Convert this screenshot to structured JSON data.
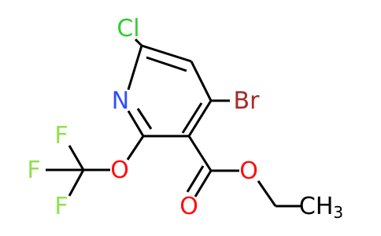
{
  "molecule": {
    "atoms": [
      {
        "id": "cl",
        "label": "Cl",
        "color": "#33cc33"
      },
      {
        "id": "n",
        "label": "N",
        "color": "#3050f8"
      },
      {
        "id": "br",
        "label": "Br",
        "color": "#a62929"
      },
      {
        "id": "o_ether",
        "label": "O",
        "color": "#ff0d0d"
      },
      {
        "id": "f1",
        "label": "F",
        "color": "#90e050"
      },
      {
        "id": "f2",
        "label": "F",
        "color": "#90e050"
      },
      {
        "id": "f3",
        "label": "F",
        "color": "#90e050"
      },
      {
        "id": "o_carbonyl",
        "label": "O",
        "color": "#ff0d0d"
      },
      {
        "id": "o_ester",
        "label": "O",
        "color": "#ff0d0d"
      },
      {
        "id": "ch3",
        "label": "CH",
        "subscript": "3",
        "color": "#000000"
      }
    ],
    "bond_color": "#000000"
  }
}
